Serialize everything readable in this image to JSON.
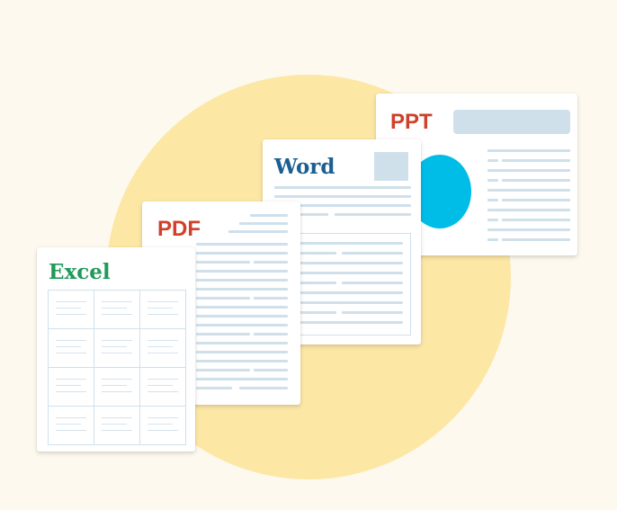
{
  "documents": {
    "ppt": {
      "title": "PPT"
    },
    "word": {
      "title": "Word"
    },
    "pdf": {
      "title": "PDF"
    },
    "excel": {
      "title": "Excel"
    }
  },
  "colors": {
    "background": "#fdf9ee",
    "circle": "#fde7a5",
    "ppt_title": "#d0402a",
    "pdf_title": "#d0402a",
    "word_title": "#1a5f91",
    "excel_title": "#1f9a5a",
    "ppt_shape": "#00bde8",
    "placeholder": "#cfe0eb"
  },
  "icons": [
    "excel-document-icon",
    "pdf-document-icon",
    "word-document-icon",
    "ppt-document-icon"
  ]
}
